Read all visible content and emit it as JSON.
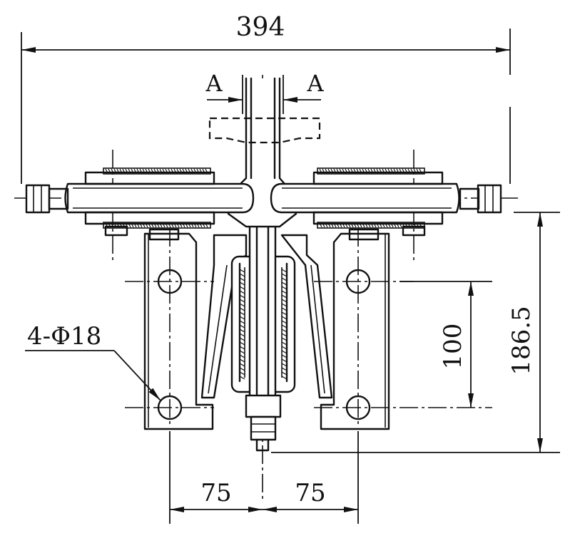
{
  "drawing": {
    "dimensions": {
      "overall_width": "394",
      "height": "186.5",
      "hole_spacing_vertical": "100",
      "hole_offset_left": "75",
      "hole_offset_right": "75"
    },
    "section_marks": {
      "left": "A",
      "right": "A"
    },
    "hole_callout": "4-Φ18"
  }
}
